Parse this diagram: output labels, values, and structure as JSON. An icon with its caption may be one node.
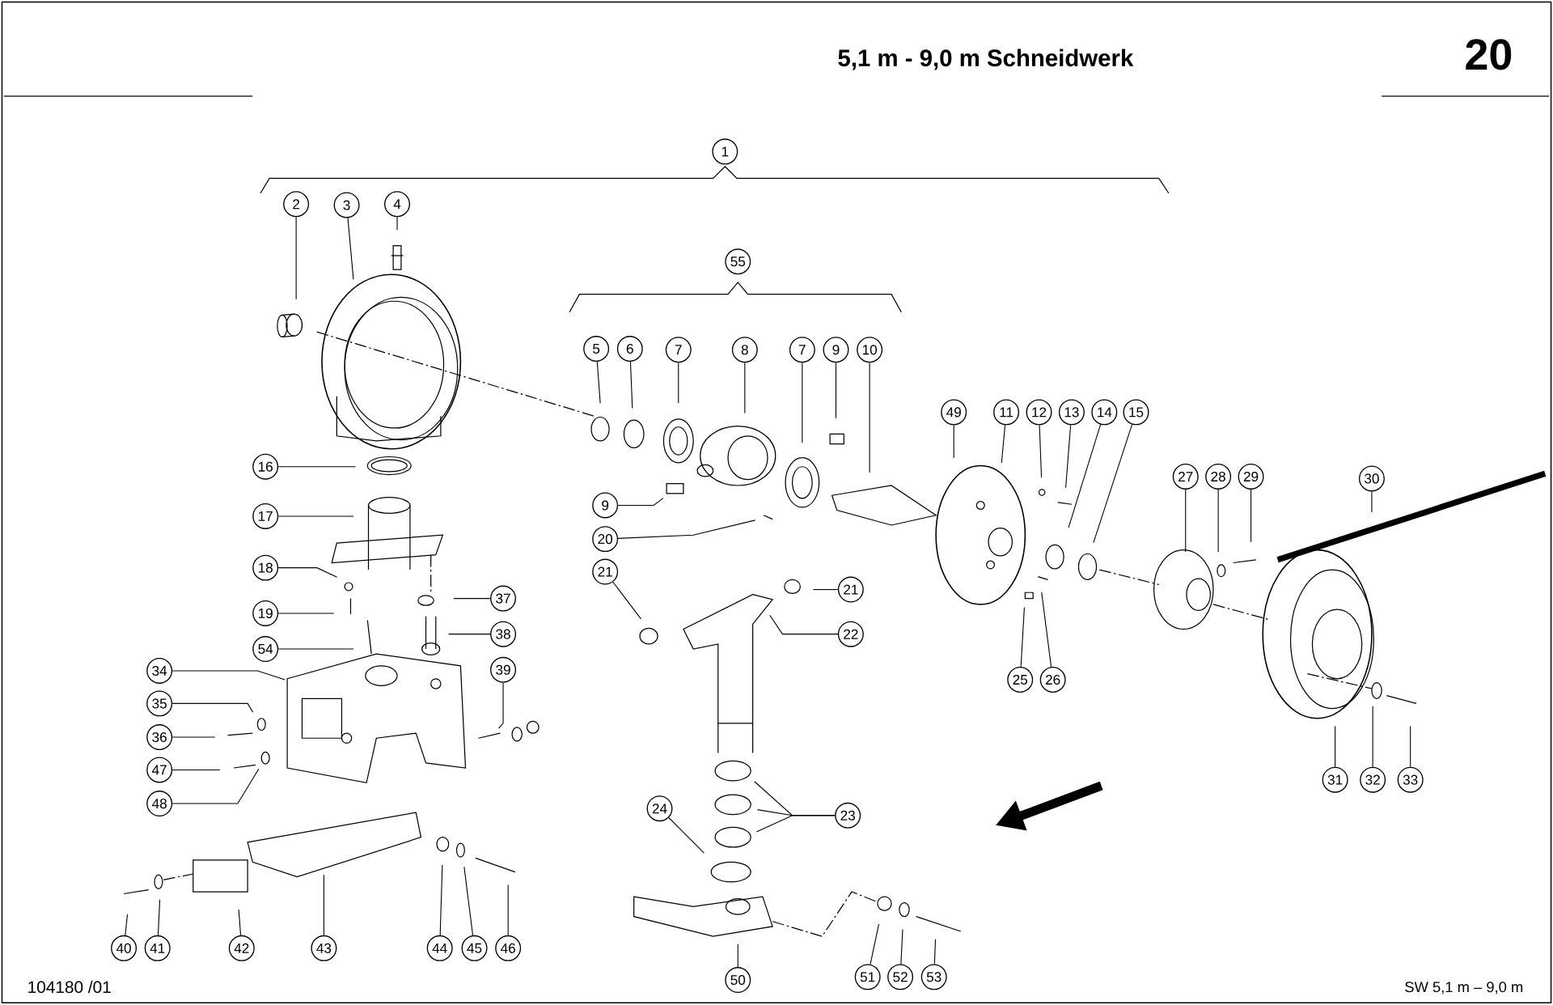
{
  "diagram": {
    "title": "5,1 m  -  9,0 m  Schneidwerk",
    "nodes": [
      {
        "text": [
          "1"
        ]
      },
      {
        "text": [
          "2"
        ]
      },
      {
        "text": [
          "3"
        ]
      },
      {
        "text": [
          "4"
        ]
      },
      {
        "text": [
          "55"
        ]
      },
      {
        "text": [
          "5"
        ]
      },
      {
        "text": [
          "6"
        ]
      },
      {
        "text": [
          "7"
        ]
      },
      {
        "text": [
          "8"
        ]
      },
      {
        "text": [
          "7"
        ]
      },
      {
        "text": [
          "9"
        ]
      },
      {
        "text": [
          "10"
        ]
      },
      {
        "text": [
          "49"
        ]
      },
      {
        "text": [
          "11"
        ]
      },
      {
        "text": [
          "12"
        ]
      },
      {
        "text": [
          "13"
        ]
      },
      {
        "text": [
          "14"
        ]
      },
      {
        "text": [
          "15"
        ]
      },
      {
        "text": [
          "16"
        ]
      },
      {
        "text": [
          "27"
        ]
      },
      {
        "text": [
          "28"
        ]
      },
      {
        "text": [
          "29"
        ]
      },
      {
        "text": [
          "30"
        ]
      },
      {
        "text": [
          "9"
        ]
      },
      {
        "text": [
          "17"
        ]
      },
      {
        "text": [
          "20"
        ]
      },
      {
        "text": [
          "18"
        ]
      },
      {
        "text": [
          "21"
        ]
      },
      {
        "text": [
          "21"
        ]
      },
      {
        "text": [
          "37"
        ]
      },
      {
        "text": [
          "19"
        ]
      },
      {
        "text": [
          "22"
        ]
      },
      {
        "text": [
          "38"
        ]
      },
      {
        "text": [
          "54"
        ]
      },
      {
        "text": [
          "39"
        ]
      },
      {
        "text": [
          "34"
        ]
      },
      {
        "text": [
          "25"
        ]
      },
      {
        "text": [
          "26"
        ]
      },
      {
        "text": [
          "35"
        ]
      },
      {
        "text": [
          "36"
        ]
      },
      {
        "text": [
          "47"
        ]
      },
      {
        "text": [
          "31"
        ]
      },
      {
        "text": [
          "32"
        ]
      },
      {
        "text": [
          "33"
        ]
      },
      {
        "text": [
          "48"
        ]
      },
      {
        "text": [
          "24"
        ]
      },
      {
        "text": [
          "23"
        ]
      },
      {
        "text": [
          "40"
        ]
      },
      {
        "text": [
          "41"
        ]
      },
      {
        "text": [
          "42"
        ]
      },
      {
        "text": [
          "43"
        ]
      },
      {
        "text": [
          "44"
        ]
      },
      {
        "text": [
          "45"
        ]
      },
      {
        "text": [
          "46"
        ]
      },
      {
        "text": [
          "50"
        ]
      },
      {
        "text": [
          "51"
        ]
      },
      {
        "text": [
          "52"
        ]
      },
      {
        "text": [
          "53"
        ]
      }
    ],
    "edges": [
      {
        "from": 1,
        "to": null,
        "arrow": "none"
      },
      {
        "from": 2,
        "to": null,
        "arrow": "none"
      },
      {
        "from": 3,
        "to": null,
        "arrow": "none"
      },
      {
        "from": 5,
        "to": null,
        "arrow": "none"
      },
      {
        "from": 6,
        "to": null,
        "arrow": "none"
      },
      {
        "from": 7,
        "to": null,
        "arrow": "none"
      },
      {
        "from": 8,
        "to": null,
        "arrow": "none"
      },
      {
        "from": 9,
        "to": null,
        "arrow": "none"
      },
      {
        "from": 10,
        "to": null,
        "arrow": "none"
      },
      {
        "from": 11,
        "to": null,
        "arrow": "none"
      },
      {
        "from": 12,
        "to": null,
        "arrow": "none"
      },
      {
        "from": 13,
        "to": null,
        "arrow": "none"
      },
      {
        "from": 14,
        "to": null,
        "arrow": "none"
      },
      {
        "from": 15,
        "to": null,
        "arrow": "none"
      },
      {
        "from": 16,
        "to": null,
        "arrow": "none"
      },
      {
        "from": 17,
        "to": null,
        "arrow": "none"
      },
      {
        "from": 18,
        "to": null,
        "arrow": "none"
      },
      {
        "from": 19,
        "to": null,
        "arrow": "none"
      },
      {
        "from": 20,
        "to": null,
        "arrow": "none"
      },
      {
        "from": 21,
        "to": null,
        "arrow": "none"
      },
      {
        "from": 22,
        "to": null,
        "arrow": "none"
      },
      {
        "from": 23,
        "to": null,
        "arrow": "none"
      },
      {
        "from": 24,
        "to": null,
        "arrow": "none"
      },
      {
        "from": 25,
        "to": null,
        "arrow": "none"
      },
      {
        "from": 26,
        "to": null,
        "arrow": "none"
      },
      {
        "from": 27,
        "to": null,
        "arrow": "none"
      },
      {
        "from": 28,
        "to": null,
        "arrow": "none"
      },
      {
        "from": 29,
        "to": null,
        "arrow": "none"
      },
      {
        "from": 30,
        "to": null,
        "arrow": "none"
      },
      {
        "from": 31,
        "to": null,
        "arrow": "none"
      },
      {
        "from": 32,
        "to": null,
        "arrow": "none"
      },
      {
        "from": 33,
        "to": null,
        "arrow": "none"
      },
      {
        "from": 34,
        "to": null,
        "arrow": "none"
      },
      {
        "from": 35,
        "to": null,
        "arrow": "none"
      },
      {
        "from": 36,
        "to": null,
        "arrow": "none"
      },
      {
        "from": 37,
        "to": null,
        "arrow": "none"
      },
      {
        "from": 38,
        "to": null,
        "arrow": "none"
      },
      {
        "from": 39,
        "to": null,
        "arrow": "none"
      },
      {
        "from": 40,
        "to": null,
        "arrow": "none"
      },
      {
        "from": 41,
        "to": null,
        "arrow": "none"
      },
      {
        "from": 42,
        "to": null,
        "arrow": "none"
      },
      {
        "from": 43,
        "to": null,
        "arrow": "none"
      },
      {
        "from": 44,
        "to": null,
        "arrow": "none"
      },
      {
        "from": 45,
        "to": null,
        "arrow": "none"
      },
      {
        "from": 46,
        "to": null,
        "arrow": "none"
      },
      {
        "from": 46,
        "to": null,
        "arrow": "none"
      },
      {
        "from": 46,
        "to": null,
        "arrow": "none"
      },
      {
        "from": 47,
        "to": null,
        "arrow": "none"
      },
      {
        "from": 48,
        "to": null,
        "arrow": "none"
      },
      {
        "from": 49,
        "to": null,
        "arrow": "none"
      },
      {
        "from": 50,
        "to": null,
        "arrow": "none"
      },
      {
        "from": 51,
        "to": null,
        "arrow": "none"
      },
      {
        "from": 52,
        "to": null,
        "arrow": "none"
      },
      {
        "from": 53,
        "to": null,
        "arrow": "none"
      },
      {
        "from": 54,
        "to": null,
        "arrow": "none"
      },
      {
        "from": 55,
        "to": null,
        "arrow": "none"
      },
      {
        "from": 56,
        "to": null,
        "arrow": "none"
      },
      {
        "from": 57,
        "to": null,
        "arrow": "none"
      }
    ],
    "labels": [
      "20",
      "104180 /01",
      "SW 5,1 m – 9,0 m"
    ]
  }
}
